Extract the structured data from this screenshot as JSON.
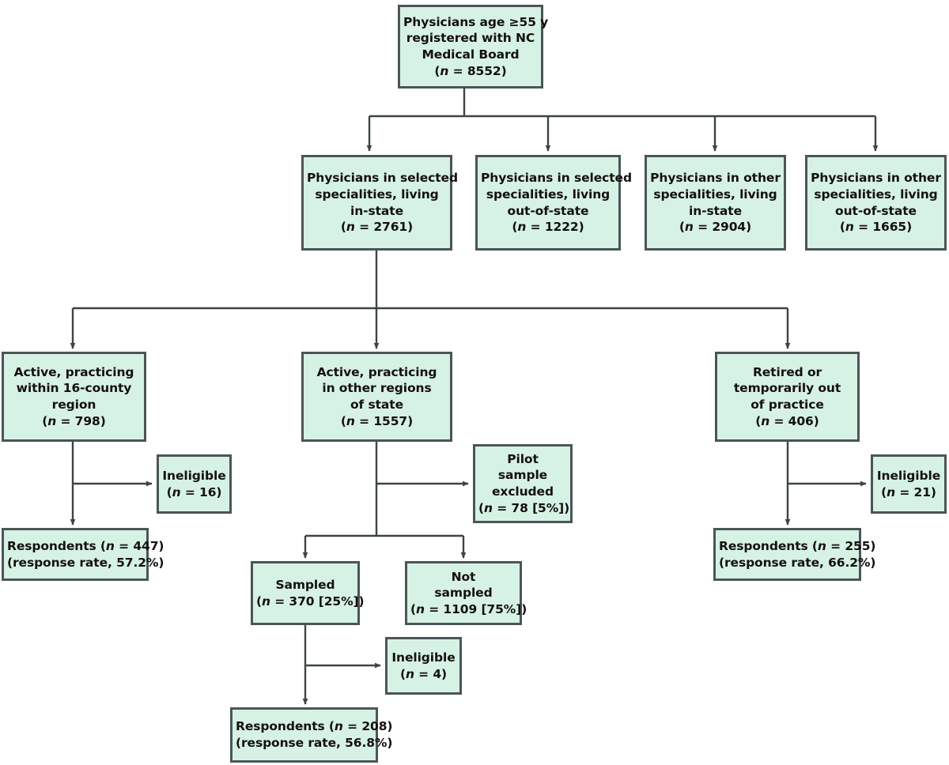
{
  "diagram": {
    "title": "Study population flow diagram",
    "type": "flowchart",
    "style": {
      "node_fill": "#d6f2e4",
      "node_border": "#4b5558",
      "edge_color": "#3c4446",
      "text_color": "#14100f",
      "background": "#ffffff"
    },
    "nodes": [
      {
        "id": "root",
        "name": "physicians-registered",
        "lines": [
          "Physicians age ≥55 y",
          "registered with NC",
          "Medical Board",
          "(n = 8552)"
        ],
        "n": 8552
      },
      {
        "id": "sel_in",
        "name": "selected-specialties-in-state",
        "lines": [
          "Physicians in selected",
          "specialities, living",
          "in-state",
          "(n = 2761)"
        ],
        "n": 2761
      },
      {
        "id": "sel_out",
        "name": "selected-specialties-out-of-state",
        "lines": [
          "Physicians in selected",
          "specialities, living",
          "out-of-state",
          "(n = 1222)"
        ],
        "n": 1222
      },
      {
        "id": "oth_in",
        "name": "other-specialties-in-state",
        "lines": [
          "Physicians in other",
          "specialities, living",
          "in-state",
          "(n = 2904)"
        ],
        "n": 2904
      },
      {
        "id": "oth_out",
        "name": "other-specialties-out-of-state",
        "lines": [
          "Physicians in other",
          "specialities, living",
          "out-of-state",
          "(n = 1665)"
        ],
        "n": 1665
      },
      {
        "id": "active_16",
        "name": "active-within-16-county-region",
        "lines": [
          "Active, practicing",
          "within 16-county",
          "region",
          "(n = 798)"
        ],
        "n": 798
      },
      {
        "id": "active_other",
        "name": "active-other-regions-of-state",
        "lines": [
          "Active, practicing",
          "in other regions",
          "of state",
          "(n = 1557)"
        ],
        "n": 1557
      },
      {
        "id": "retired",
        "name": "retired-or-temporarily-out-of-practice",
        "lines": [
          "Retired or",
          "temporarily out",
          "of practice",
          "(n = 406)"
        ],
        "n": 406
      },
      {
        "id": "inelig_16",
        "name": "ineligible-16-county",
        "lines": [
          "Ineligible",
          "(n = 16)"
        ],
        "n": 16
      },
      {
        "id": "resp_16",
        "name": "respondents-16-county",
        "lines": [
          "Respondents (n = 447)",
          "(response rate, 57.2%)"
        ],
        "n": 447,
        "response_rate": "57.2%"
      },
      {
        "id": "pilot",
        "name": "pilot-sample-excluded",
        "lines": [
          "Pilot",
          "sample",
          "excluded",
          "(n = 78 [5%])"
        ],
        "n": 78,
        "pct": "5%"
      },
      {
        "id": "sampled",
        "name": "sampled",
        "lines": [
          "Sampled",
          "(n = 370 [25%])"
        ],
        "n": 370,
        "pct": "25%"
      },
      {
        "id": "not_sampled",
        "name": "not-sampled",
        "lines": [
          "Not",
          "sampled",
          "(n = 1109 [75%])"
        ],
        "n": 1109,
        "pct": "75%"
      },
      {
        "id": "inelig_sampled",
        "name": "ineligible-sampled",
        "lines": [
          "Ineligible",
          "(n = 4)"
        ],
        "n": 4
      },
      {
        "id": "resp_sampled",
        "name": "respondents-sampled",
        "lines": [
          "Respondents (n = 208)",
          "(response rate, 56.8%)"
        ],
        "n": 208,
        "response_rate": "56.8%"
      },
      {
        "id": "inelig_retired",
        "name": "ineligible-retired",
        "lines": [
          "Ineligible",
          "(n = 21)"
        ],
        "n": 21
      },
      {
        "id": "resp_retired",
        "name": "respondents-retired",
        "lines": [
          "Respondents (n = 255)",
          "(response rate, 66.2%)"
        ],
        "n": 255,
        "response_rate": "66.2%"
      }
    ]
  }
}
